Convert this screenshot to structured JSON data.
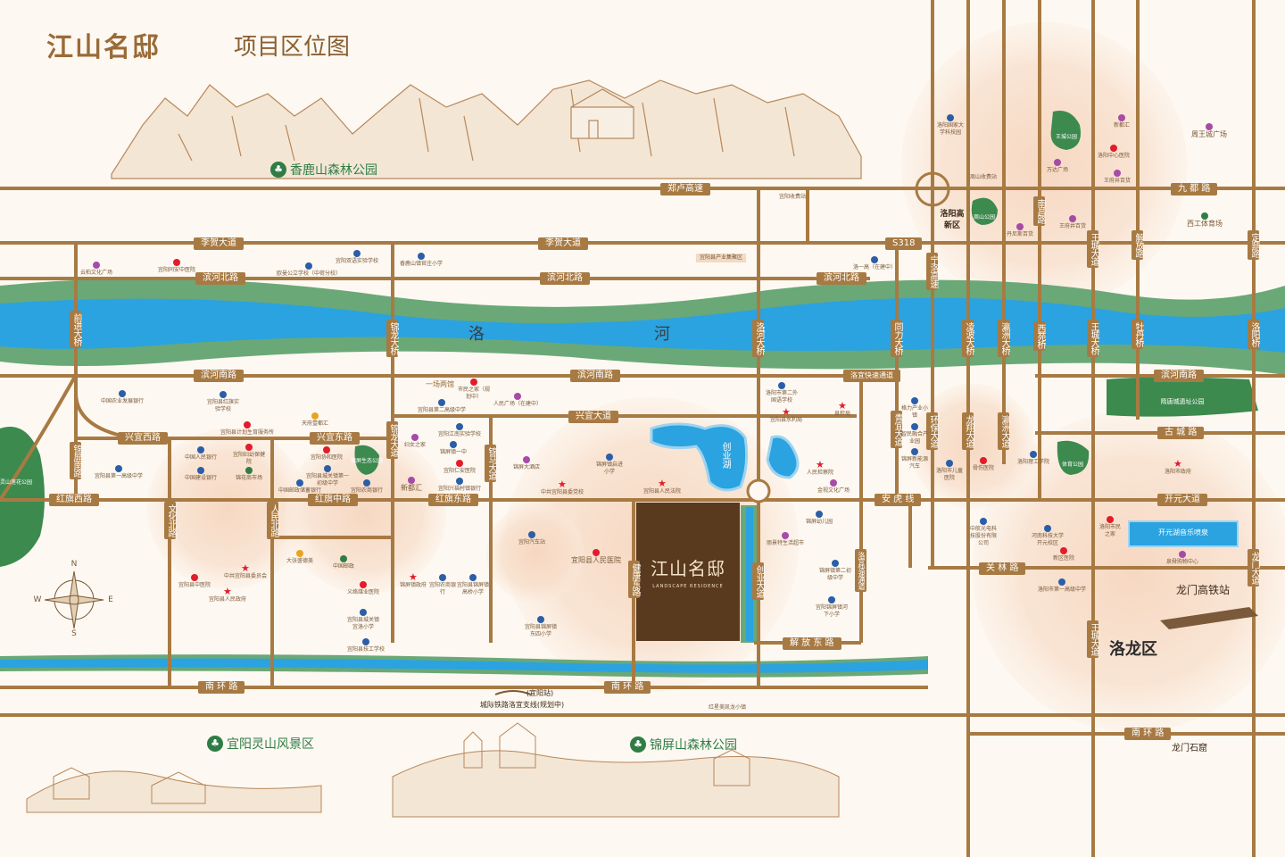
{
  "title": {
    "brand": "江山名邸",
    "subtitle": "项目区位图"
  },
  "project": {
    "name": "江山名邸",
    "sub": "LANDSCAPE RESIDENCE"
  },
  "river": {
    "name1": "洛",
    "name2": "河"
  },
  "lake": {
    "name": "创业湖"
  },
  "districts": {
    "luolong": "洛龙区",
    "gaoxin": "洛阳高新区"
  },
  "parks": {
    "xianglushan": "香鹿山森林公园",
    "lingshan": "宜阳灵山风景区",
    "jinping": "锦屏山森林公园",
    "suitang": "隋唐城遗址公园",
    "wangcheng": "王城公园",
    "tiyu": "体育公园",
    "zhoushan": "周山公园",
    "lingshan_small": "灵山莲花公园",
    "jinping_eco": "锦屏生态公园"
  },
  "roads_h": {
    "zhenglu": "郑卢高速",
    "jiuduroad": "九 都 路",
    "lihe1": "李贺大道",
    "lihe2": "李贺大道",
    "s318": "S318",
    "binhebei1": "滨河北路",
    "binhebei2": "滨河北路",
    "binhebei3": "滨河北路",
    "binhenan1": "滨河南路",
    "binhenan2": "滨河南路",
    "binhenan3": "滨河南路",
    "luoyikuai": "洛宜快速通道",
    "xingyi": "兴宜大道",
    "xingyiwest": "兴宜西路",
    "xingyieast": "兴宜东路",
    "gucheng": "古 城 路",
    "hongqiwest": "红旗西路",
    "hongqimid": "红旗中路",
    "hongqieast": "红旗东路",
    "anhu": "安 虎 线",
    "kaiyuan": "开元大道",
    "guanlin": "关 林 路",
    "jiefangeast": "解 放 东 路",
    "nanhuan1": "南 环 路",
    "nanhuan2": "南 环 路",
    "nanhuan3": "南 环 路"
  },
  "roads_v": {
    "qianjin": "前进大桥",
    "jinping": "锦屏南路",
    "wenhua": "文化北路",
    "renmin": "人民北路",
    "jinlong1": "锦龙大桥",
    "jinlong2": "锦龙大道",
    "jinma": "锦马大道",
    "jiankang": "健康东路",
    "luohe": "洛河大桥",
    "chuangye": "创业大道",
    "luoyikuaisu": "洛宜快速通道",
    "ningluo": "宁洛高速",
    "tongli": "同力大桥",
    "qingyi": "青宜大道",
    "huanbao": "环保大道",
    "lingbo": "凌波大桥",
    "longxiang": "龙翔大道",
    "yingzhou1": "瀛洲大桥",
    "yingzhou2": "瀛洲大道",
    "nanchang": "南昌路",
    "xiyuan": "西苑桥",
    "wangcheng1": "王城大道",
    "wangcheng2": "王城大桥",
    "wangcheng3": "王城大道",
    "jiefang": "解放路",
    "mudan": "牡丹桥",
    "dingding": "定鼎路",
    "luoyangqiao": "洛阳桥",
    "longmen": "龙门大道"
  },
  "pois": {
    "yiyang_toll": "宜阳收费站",
    "zhoushan_toll": "周山收费站",
    "yiyang_industry": "宜阳县产业集聚区",
    "yunji": "云柏文化广场",
    "zhongyi_hospital": "宜阳同安中医院",
    "shiyan_school": "宜阳双语实验学校",
    "ouyang": "欧曼公立学校（中荷分校）",
    "xianglu_school": "香鹿山镇官庄小学",
    "luoyi_middle": "洛一高（在建中）",
    "xiangmu": "洛阳国家大学科技园",
    "xindu": "新都汇",
    "fuyuan_hospital": "洛阳中心医院",
    "wanda": "万达广场",
    "wangfu_village": "王府井百货",
    "dane": "丹尼斯百货",
    "wangfu": "王府井百货",
    "zhouwang": "周王城广场",
    "xigong": "西工体育场",
    "bank_agri": "中国农业发展银行",
    "hongqi_school": "宜阳县红旗实验学校",
    "tianfu": "天府壹都汇",
    "yiyang_jiwei": "宜阳县计划生育服务所",
    "icbc": "中国人民银行",
    "fuyou": "宜阳妇幼保健院",
    "construction": "中国建设银行",
    "jinhua_market": "锦花商市场",
    "yiyang_no1": "宜阳县第一高级中学",
    "xiehe": "宜阳协和医院",
    "chengguan": "宜阳县城关镇第一初级中学",
    "postal": "中国邮政储蓄银行",
    "rural": "宜阳农商银行",
    "xinduhui": "新都汇",
    "yichang": "一场两馆",
    "citizen": "市民之家（规划中）",
    "no2_middle": "宜阳县第二高级中学",
    "people_sq": "人民广场（在建中）",
    "wenzhi": "宜阳江南实验学校",
    "jinping_no1": "锦屏镇一中",
    "woman": "妇女之家",
    "yiren_bank": "宜阳仁安医院",
    "xingfu_bank": "宜阳兴福村镇银行",
    "jinping_hotel": "锦屏大酒店",
    "jinping_school": "锦屏镇启进小学",
    "party_school": "中共宜阳县委党校",
    "court": "宜阳县人民法院",
    "foreign_school": "洛阳市第二外国语学校",
    "water": "宜阳县水利局",
    "president": "县检局",
    "people_gov": "人民检察院",
    "art_sq": "金视文化广场",
    "kindergarten": "锦屏幼儿园",
    "jinping_middle": "锦屏镇第二初级中学",
    "fine_super": "丽景特生活超市",
    "heyuan_school": "宜阳锦屏镇河下小学",
    "bus": "宜阳汽车站",
    "people_hosp": "宜阳县人民医院",
    "jinping_gov": "锦屏镇政府",
    "rural2": "宜阳农商银行",
    "jinping_bridge": "宜阳县锦屏镇高桥小学",
    "jinping_east": "宜阳县锦屏镇东四小学",
    "dazhong": "大张盛德美",
    "post": "中国邮政",
    "zhongyi2": "宜阳县中医院",
    "party_committee": "中共宜阳县委员会",
    "government": "宜阳县人民政府",
    "yiyang_traffic": "义络煤业医院",
    "chengguan2": "宜阳县城关镇宜洛小学",
    "vocational": "宜阳县技工学校",
    "gaoxin_sq": "格力产业小镇",
    "zhixin": "智民融合产业园",
    "jinping_new": "锦屏新能源汽车",
    "hospital_child": "洛阳市儿童医院",
    "yijie": "骨伤医院",
    "zhongke": "中航光电科技股份有限公司",
    "tech_univ": "河南科技大学开元校区",
    "luoyang_hosp": "新区医院",
    "science_univ": "洛阳理工学院",
    "gov_luoyang": "洛阳市政府",
    "citizen2": "洛阳市民之家",
    "music": "开元湖音乐喷泉",
    "shopping": "泉舜购物中心",
    "no1_high": "洛阳市第一高级中学",
    "lunxian": "龙门高铁站",
    "longmen_grotto": "龙门石窟",
    "yiyang_station": "(宜阳站)",
    "rail_plan": "城际铁路洛宜支线(规划中)",
    "hongjiang": "红星美凯龙小镇"
  },
  "compass": {
    "n": "N",
    "s": "S",
    "e": "E",
    "w": "W"
  },
  "colors": {
    "road": "#a87a43",
    "river": "#2aa3e0",
    "green": "#5fa46e",
    "halo": "#f7dcc7"
  }
}
